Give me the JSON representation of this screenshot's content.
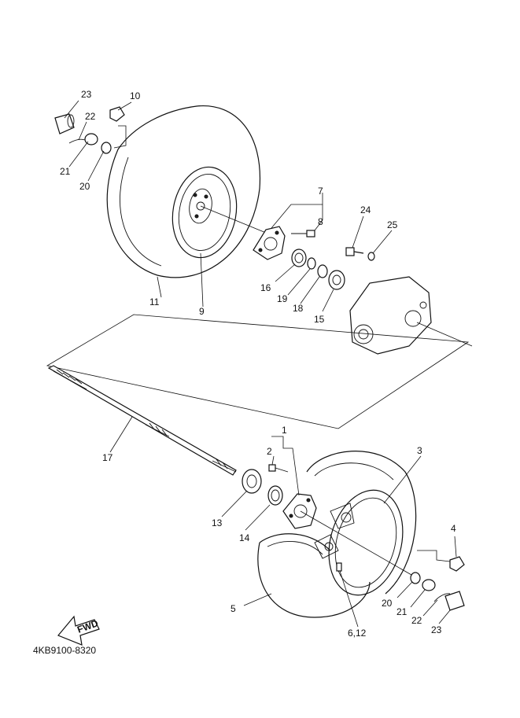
{
  "diagram": {
    "catalog_code": "4KB9100-8320",
    "fwd_label": "FWD",
    "callouts": [
      {
        "id": "c23a",
        "text": "23"
      },
      {
        "id": "c10",
        "text": "10"
      },
      {
        "id": "c22a",
        "text": "22"
      },
      {
        "id": "c21a",
        "text": "21"
      },
      {
        "id": "c20a",
        "text": "20"
      },
      {
        "id": "c7",
        "text": "7"
      },
      {
        "id": "c8",
        "text": "8"
      },
      {
        "id": "c24",
        "text": "24"
      },
      {
        "id": "c25",
        "text": "25"
      },
      {
        "id": "c16",
        "text": "16"
      },
      {
        "id": "c19",
        "text": "19"
      },
      {
        "id": "c18",
        "text": "18"
      },
      {
        "id": "c15",
        "text": "15"
      },
      {
        "id": "c11",
        "text": "11"
      },
      {
        "id": "c9",
        "text": "9"
      },
      {
        "id": "c17",
        "text": "17"
      },
      {
        "id": "c1",
        "text": "1"
      },
      {
        "id": "c2",
        "text": "2"
      },
      {
        "id": "c3",
        "text": "3"
      },
      {
        "id": "c4",
        "text": "4"
      },
      {
        "id": "c13",
        "text": "13"
      },
      {
        "id": "c14",
        "text": "14"
      },
      {
        "id": "c5",
        "text": "5"
      },
      {
        "id": "c20b",
        "text": "20"
      },
      {
        "id": "c21b",
        "text": "21"
      },
      {
        "id": "c22b",
        "text": "22"
      },
      {
        "id": "c23b",
        "text": "23"
      },
      {
        "id": "c612",
        "text": "6,12"
      }
    ]
  }
}
